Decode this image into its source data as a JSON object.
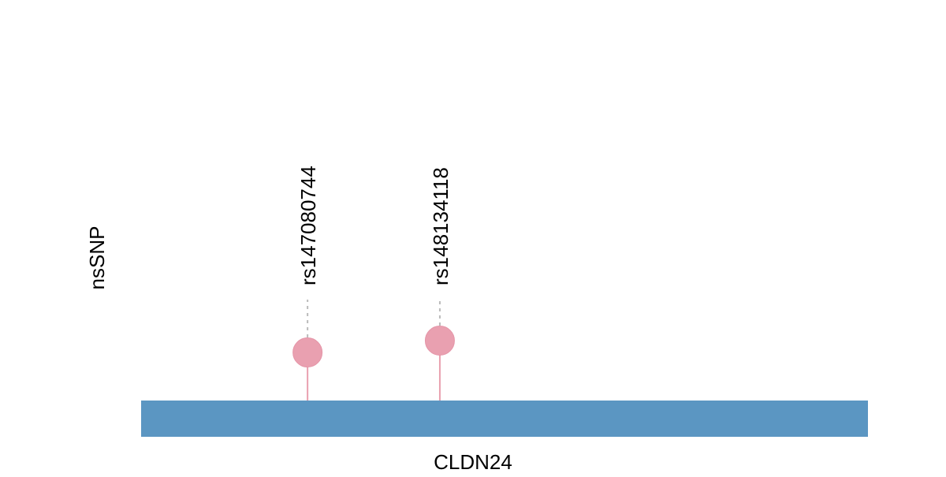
{
  "chart_data": {
    "type": "lollipop",
    "track_label": "nsSNP",
    "gene": {
      "name": "CLDN24",
      "start": 0,
      "end": 100,
      "color": "#5B96C2"
    },
    "xlim": [
      0,
      100
    ],
    "snps": [
      {
        "id": "rs147080744",
        "position": 22.9,
        "level": 1.0,
        "color": "#E9A0B0"
      },
      {
        "id": "rs148134118",
        "position": 41.1,
        "level": 1.3,
        "color": "#E9A0B0"
      }
    ],
    "guide_color": "#BBBBBB"
  }
}
